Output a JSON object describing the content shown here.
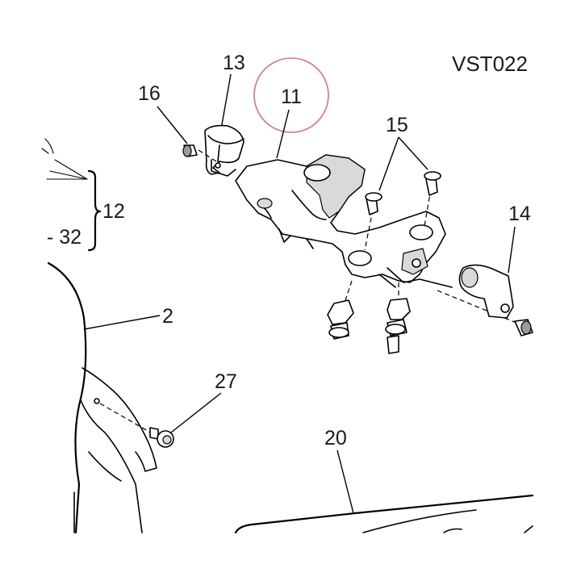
{
  "diagram": {
    "code": "VST022",
    "callouts": {
      "c11": "11",
      "c12": "12",
      "c13": "13",
      "c14": "14",
      "c15": "15",
      "c16": "16",
      "c2": "2",
      "c20": "20",
      "c27": "27",
      "c32": "- 32"
    },
    "highlight_color": "#d9737a"
  }
}
